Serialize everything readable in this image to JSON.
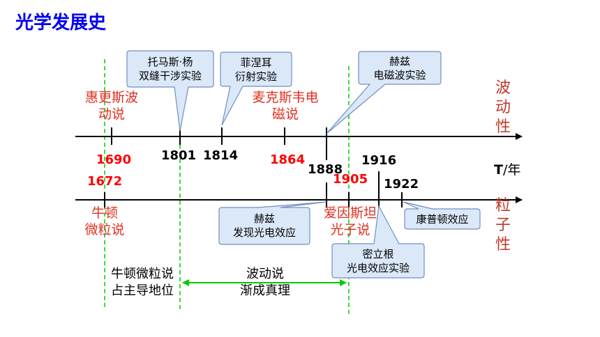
{
  "title": "光学发展史",
  "axis_unit_bold": "T",
  "axis_unit_rest": "/年",
  "wave_axis_label": [
    "波",
    "动",
    "性"
  ],
  "particle_axis_label": [
    "粒",
    "子",
    "性"
  ],
  "top_events": [
    {
      "label_lines": [
        "惠更斯波",
        "动说"
      ],
      "year": "1690",
      "year_color": "red"
    },
    {
      "label_lines": [
        "托马斯·杨",
        "双缝干涉实验"
      ],
      "year": "1801",
      "year_color": "black"
    },
    {
      "label_lines": [
        "菲涅耳",
        "衍射实验"
      ],
      "year": "1814",
      "year_color": "black"
    },
    {
      "label_lines": [
        "麦克斯韦电",
        "磁说"
      ],
      "year": "1864",
      "year_color": "red"
    },
    {
      "label_lines": [
        "赫兹",
        "电磁波实验"
      ],
      "year": "1888",
      "year_color": "black"
    }
  ],
  "bottom_events": [
    {
      "label_lines": [
        "牛顿",
        "微粒说"
      ],
      "year": "1672",
      "year_color": "red"
    },
    {
      "label_lines": [
        "赫兹",
        "发现光电效应"
      ],
      "year": "",
      "year_color": "black"
    },
    {
      "label_lines": [
        "爱因斯坦",
        "光子说"
      ],
      "year": "1905",
      "year_color": "red"
    },
    {
      "label_lines": [
        "密立根",
        "光电效应实验"
      ],
      "year": "1916",
      "year_color": "black"
    },
    {
      "label_lines": [
        "康普顿效应"
      ],
      "year": "1922",
      "year_color": "black"
    }
  ],
  "notes": {
    "newton_dominant": [
      "牛顿微粒说",
      "占主导地位"
    ],
    "wave_truth": [
      "波动说",
      "渐成真理"
    ]
  },
  "colors": {
    "title": "#0000ee",
    "label_red": "#e03020",
    "year_red": "#ff0000",
    "callout_fill": "#dbe8f8",
    "callout_stroke": "#6f8fc0",
    "guide_green": "#00cc00",
    "axis": "#000000"
  }
}
